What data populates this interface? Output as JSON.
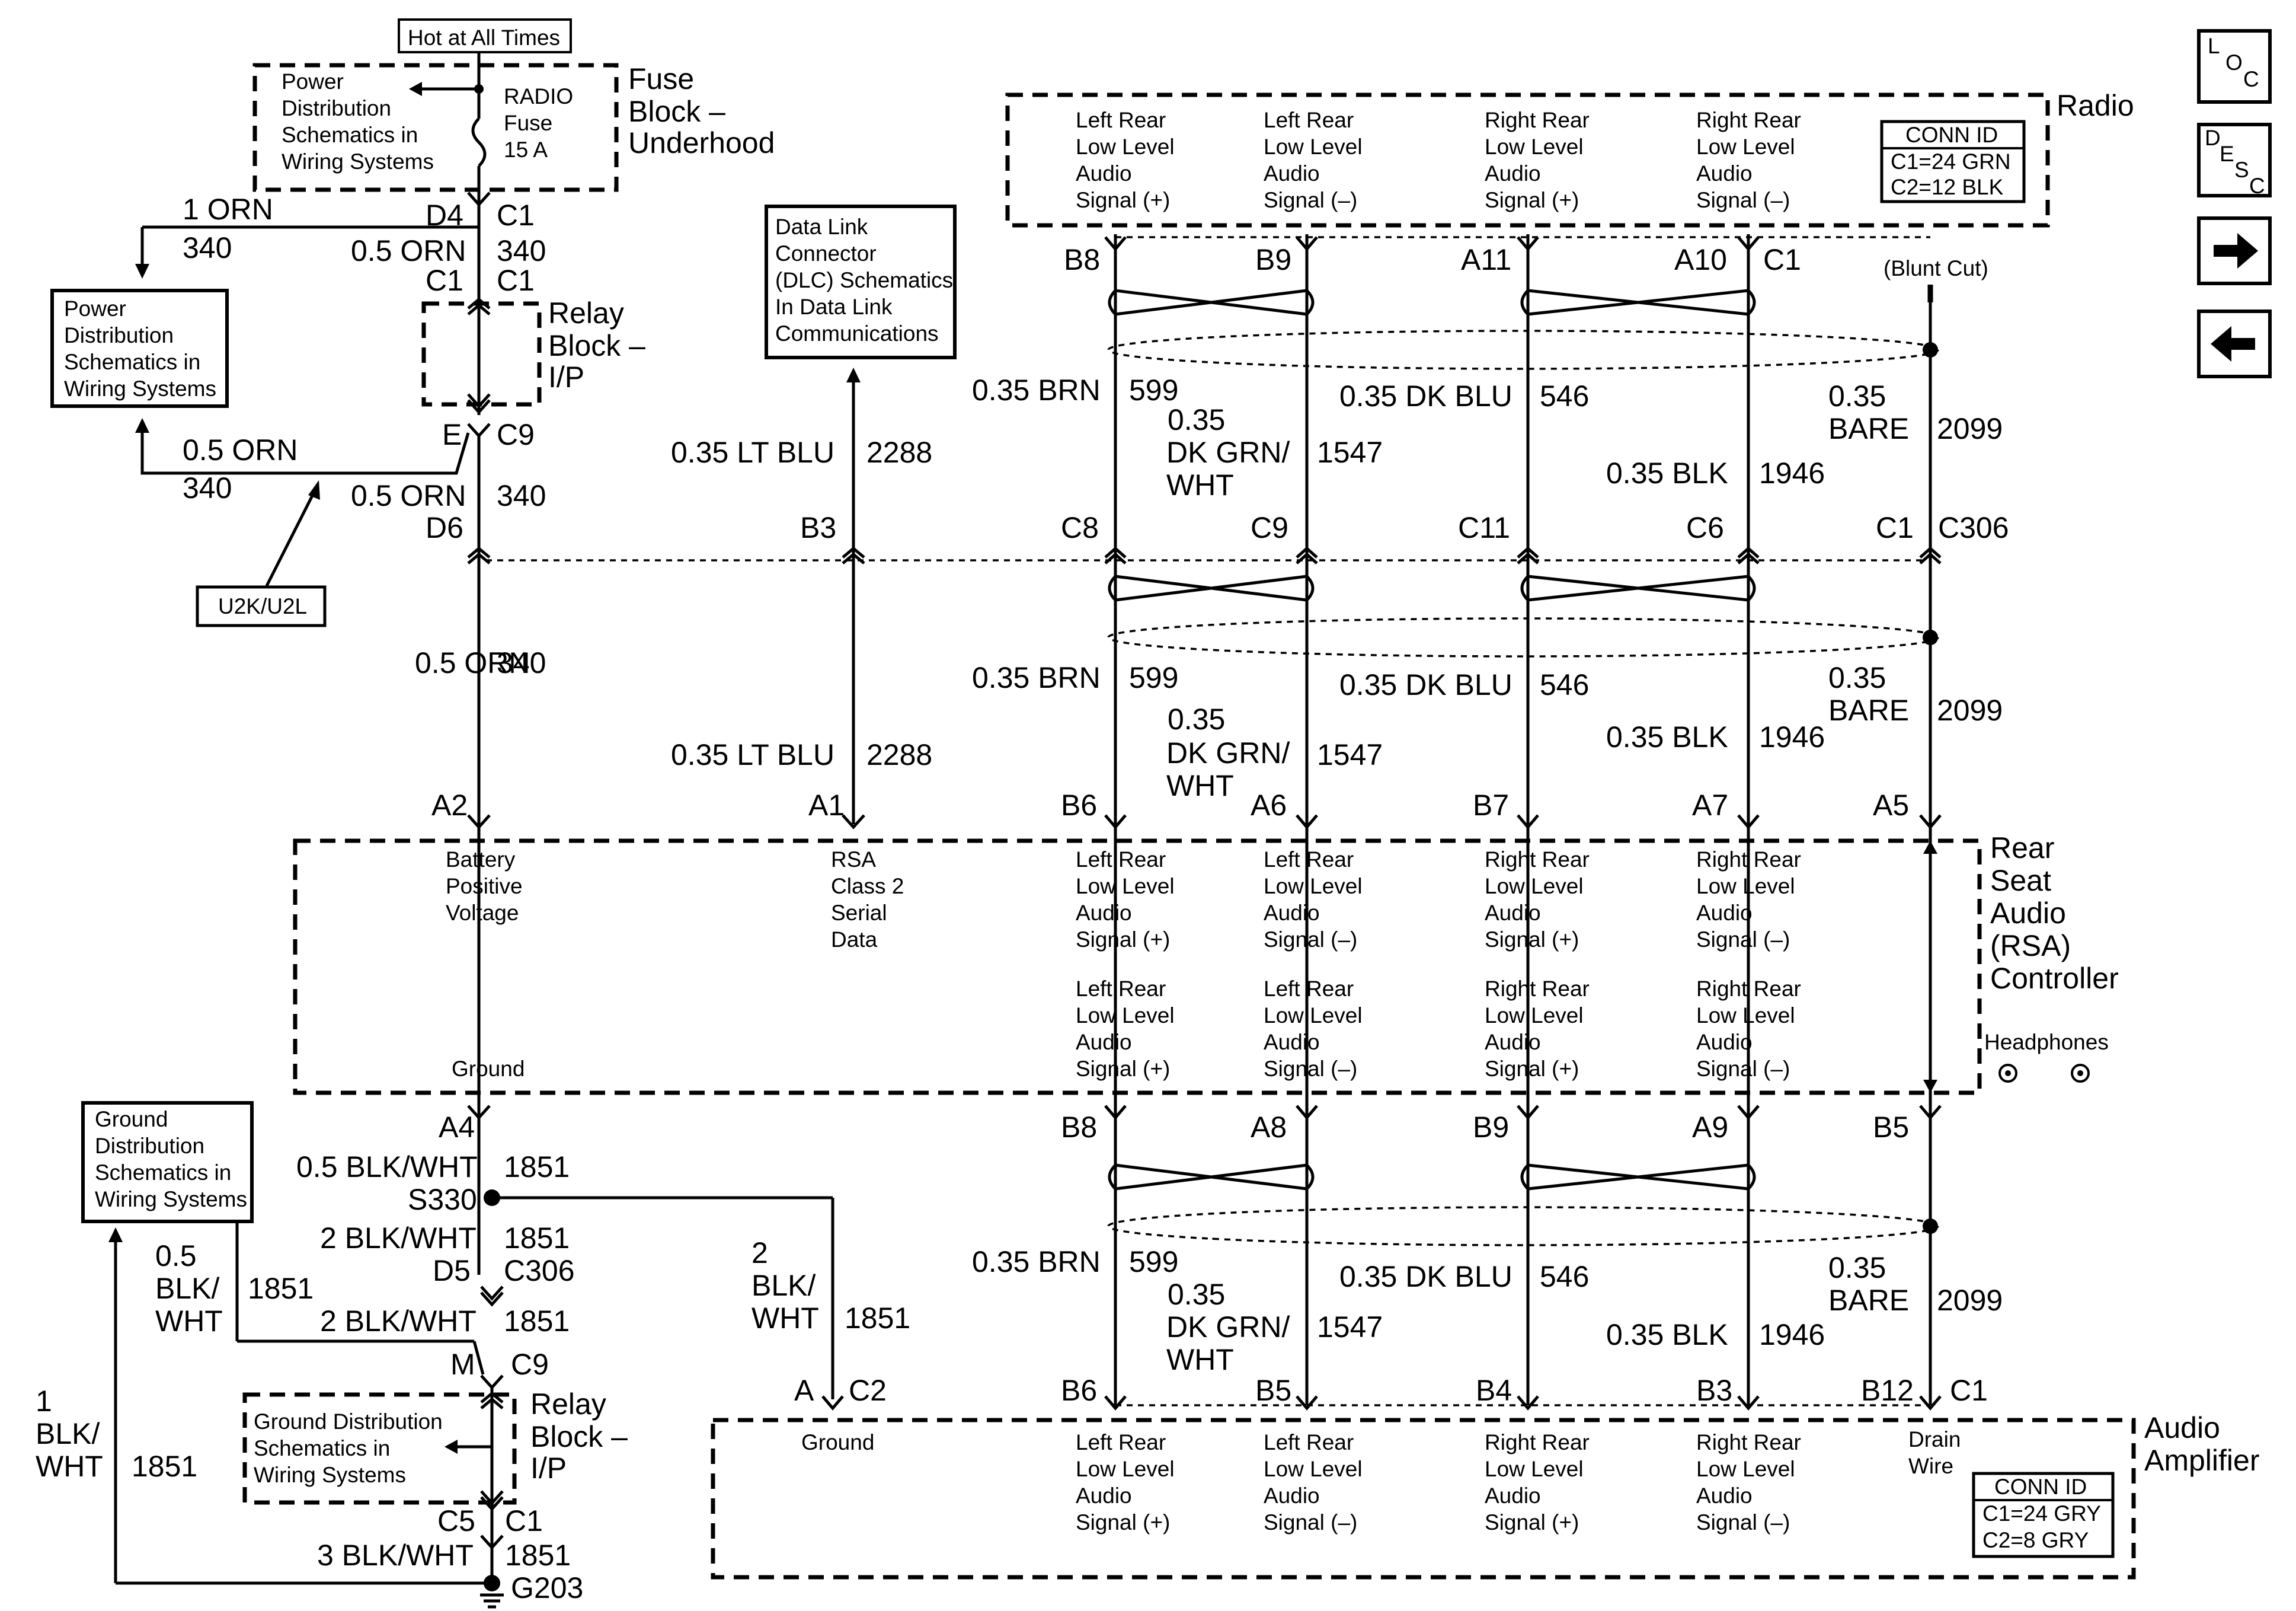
{
  "header": {
    "hot": "Hot at All Times"
  },
  "fuse_block": {
    "title": [
      "Fuse",
      "Block –",
      "Underhood"
    ],
    "ref": [
      "Power",
      "Distribution",
      "Schematics in",
      "Wiring Systems"
    ],
    "fuse": [
      "RADIO",
      "Fuse",
      "15 A"
    ]
  },
  "pd_box": [
    "Power",
    "Distribution",
    "Schematics in",
    "Wiring Systems"
  ],
  "relay_top": {
    "title": [
      "Relay",
      "Block –",
      "I/P"
    ]
  },
  "option_box": "U2K/U2L",
  "dlc_box": [
    "Data Link",
    "Connector",
    "(DLC) Schematics",
    "In Data Link",
    "Communications"
  ],
  "gd_box": [
    "Ground",
    "Distribution",
    "Schematics in",
    "Wiring Systems"
  ],
  "relay_bottom": {
    "title": [
      "Relay",
      "Block –",
      "I/P"
    ],
    "ref": [
      "Ground Distribution",
      "Schematics in",
      "Wiring Systems"
    ]
  },
  "radio": {
    "title": "Radio",
    "signals": [
      [
        "Left Rear",
        "Low Level",
        "Audio",
        "Signal (+)"
      ],
      [
        "Left Rear",
        "Low Level",
        "Audio",
        "Signal (–)"
      ],
      [
        "Right Rear",
        "Low Level",
        "Audio",
        "Signal (+)"
      ],
      [
        "Right Rear",
        "Low Level",
        "Audio",
        "Signal (–)"
      ]
    ],
    "conn": [
      "CONN ID",
      "C1=24 GRN",
      "C2=12 BLK"
    ]
  },
  "rsa": {
    "title": [
      "Rear",
      "Seat",
      "Audio",
      "(RSA)",
      "Controller"
    ],
    "battery": [
      "Battery",
      "Positive",
      "Voltage"
    ],
    "serial": [
      "RSA",
      "Class 2",
      "Serial",
      "Data"
    ],
    "ground": "Ground",
    "headphones": "Headphones"
  },
  "amp": {
    "title": [
      "Audio",
      "Amplifier"
    ],
    "ground": "Ground",
    "drain": [
      "Drain",
      "Wire"
    ],
    "conn": [
      "CONN ID",
      "C1=24 GRY",
      "C2=8 GRY"
    ]
  },
  "blunt": "(Blunt Cut)",
  "wires": {
    "orn1": "1 ORN",
    "orn05": "0.5 ORN",
    "c340": "340",
    "ltblu": "0.35 LT BLU",
    "c2288": "2288",
    "brn": "0.35 BRN",
    "c599": "599",
    "dkgrn": [
      "0.35",
      "DK GRN/",
      "WHT"
    ],
    "c1547": "1547",
    "dkblu": "0.35 DK BLU",
    "c546": "546",
    "blk": "0.35 BLK",
    "c1946": "1946",
    "bare": [
      "0.35",
      "BARE"
    ],
    "c2099": "2099",
    "bw05": "0.5 BLK/WHT",
    "bw2": "2 BLK/WHT",
    "bw3": "3 BLK/WHT",
    "c1851": "1851",
    "bw05s": [
      "0.5",
      "BLK/",
      "WHT"
    ],
    "bw2s": [
      "2",
      "BLK/",
      "WHT"
    ],
    "bw1s": [
      "1",
      "BLK/",
      "WHT"
    ]
  },
  "pins": {
    "D4": "D4",
    "C1": "C1",
    "E": "E",
    "C9": "C9",
    "D6": "D6",
    "B3": "B3",
    "B8": "B8",
    "B9": "B9",
    "A11": "A11",
    "A10": "A10",
    "C8": "C8",
    "C11": "C11",
    "C6": "C6",
    "C306": "C306",
    "A2": "A2",
    "A1": "A1",
    "B6": "B6",
    "A6": "A6",
    "B7": "B7",
    "A7": "A7",
    "A5": "A5",
    "A4": "A4",
    "S330": "S330",
    "D5": "D5",
    "M": "M",
    "C5": "C5",
    "G203": "G203",
    "A8": "A8",
    "A9": "A9",
    "B5": "B5",
    "A": "A",
    "C2": "C2",
    "B4": "B4",
    "B12": "B12"
  },
  "nav": {
    "loc": [
      "L",
      "O",
      "C"
    ],
    "desc": [
      "D",
      "E",
      "S",
      "C"
    ]
  }
}
